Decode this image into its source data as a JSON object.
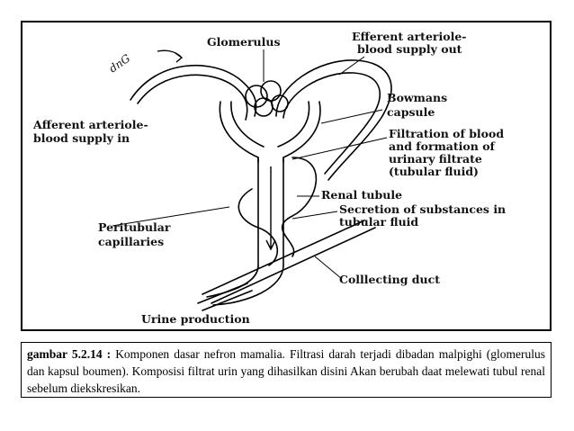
{
  "diagram": {
    "labels": {
      "glomerulus": "Glomerulus",
      "efferent_1": "Efferent arteriole-",
      "efferent_2": "blood supply out",
      "bowmans_1": "Bowmans",
      "bowmans_2": "capsule",
      "afferent_1": "Afferent arteriole-",
      "afferent_2": "blood  supply in",
      "filtration_1": "Filtration of blood",
      "filtration_2": "and formation of",
      "filtration_3": "urinary filtrate",
      "filtration_4": "(tubular fluid)",
      "renal_tubule": "Renal tubule",
      "secretion_1": "Secretion of substances in",
      "secretion_2": "tubular fluid",
      "peritubular_1": "Peritubular",
      "peritubular_2": "capillaries",
      "collecting_duct": "Colllecting duct",
      "urine": "Urine production",
      "handwriting": "dnG"
    }
  },
  "caption": {
    "prefix": "gambar 5.2.14 :",
    "text": " Komponen dasar nefron mamalia. Filtrasi darah terjadi dibadan malpighi (glomerulus dan kapsul boumen). Komposisi filtrat urin yang dihasilkan disini Akan berubah daat melewati tubul renal sebelum diekskresikan."
  }
}
